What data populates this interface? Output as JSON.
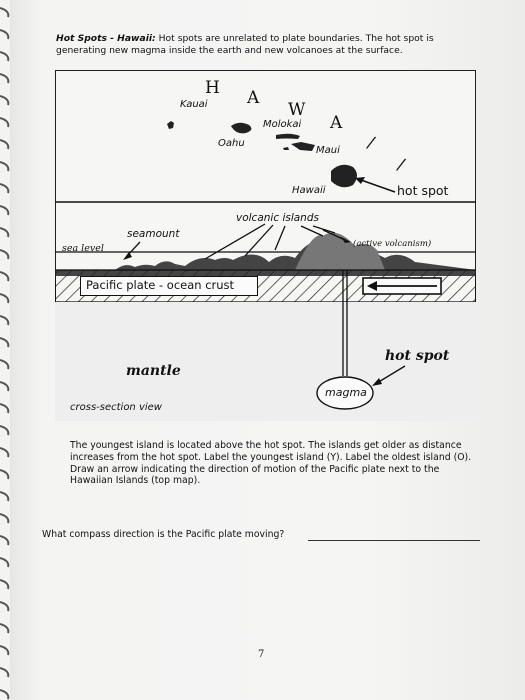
{
  "header": {
    "title_label": "Hot Spots - Hawaii:",
    "title_text": " Hot spots are unrelated to plate boundaries. The hot spot is generating new magma inside the earth and new volcanoes at the surface."
  },
  "top_map": {
    "handwritten_letters": [
      "H",
      "A",
      "W",
      "A",
      "/",
      "/"
    ],
    "islands": [
      "Kauai",
      "Oahu",
      "Molokai",
      "Maui",
      "Hawaii"
    ],
    "hot_spot_label": "hot spot"
  },
  "cross_section": {
    "volcanic_islands_label": "volcanic islands",
    "seamount_label": "seamount",
    "sea_level_label": "sea level",
    "active_volcanism_label": "(active volcanism)",
    "plate_label": "Pacific plate - ocean crust",
    "mantle_label": "mantle",
    "magma_label": "magma",
    "hot_spot_label": "hot spot",
    "view_label": "cross-section view"
  },
  "instructions": "The youngest island is located above the hot spot. The islands get older as distance increases from the hot spot. Label the youngest island (Y). Label the oldest island (O). Draw an arrow indicating the direction of motion of the Pacific plate next to the Hawaiian Islands (top map).",
  "question": "What compass direction is the Pacific plate moving?",
  "page_number": "7"
}
